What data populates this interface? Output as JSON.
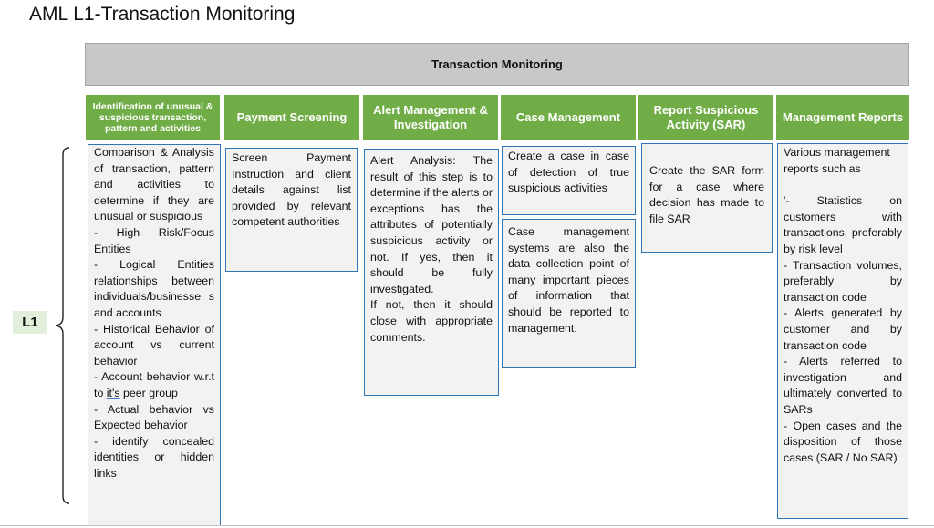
{
  "title": "AML L1-Transaction Monitoring",
  "banner": "Transaction Monitoring",
  "level_label": "L1",
  "columns": [
    {
      "header": "Identification of unusual & suspicious transaction, pattern and activities",
      "lines": [
        "Comparison & Analysis of transaction, pattern and activities to determine if they are unusual or suspicious",
        "- High Risk/Focus Entities",
        "- Logical Entities relationships between individuals/businesse s and accounts",
        "- Historical Behavior of account vs current behavior",
        "- Account behavior w.r.t to it's peer group",
        "- Actual behavior vs Expected behavior",
        "- identify concealed identities or hidden links"
      ]
    },
    {
      "header": "Payment Screening",
      "text": "Screen Payment Instruction and client details against list provided by relevant competent authorities"
    },
    {
      "header": "Alert Management & Investigation",
      "paragraphs": [
        "Alert Analysis: The result of this step is to determine if the alerts or exceptions has the attributes of potentially suspicious activity or not. If yes, then it should be fully investigated.",
        "If not, then it should close with appropriate comments."
      ]
    },
    {
      "header": "Case Management",
      "box1": "Create a case in case of detection of true suspicious activities",
      "box2": "Case management systems are also the data collection point of many important pieces of information that should be reported to management."
    },
    {
      "header": "Report Suspicious Activity (SAR)",
      "text": "Create the SAR form for a case where decision has made to file SAR"
    },
    {
      "header": "Management Reports",
      "lines": [
        "Various management reports such as",
        "'- Statistics on customers with transactions, preferably by risk level",
        "- Transaction volumes, preferably by transaction code",
        "- Alerts generated by customer and by transaction code",
        "- Alerts referred to investigation and ultimately converted to SARs",
        "- Open cases and the disposition of those cases (SAR / No SAR)"
      ]
    }
  ],
  "colors": {
    "header_green": "#70ad47",
    "banner_gray": "#c8c8c8",
    "box_border_blue": "#2e75b6",
    "box_fill": "#f2f2f2",
    "label_fill": "#e2efda"
  }
}
